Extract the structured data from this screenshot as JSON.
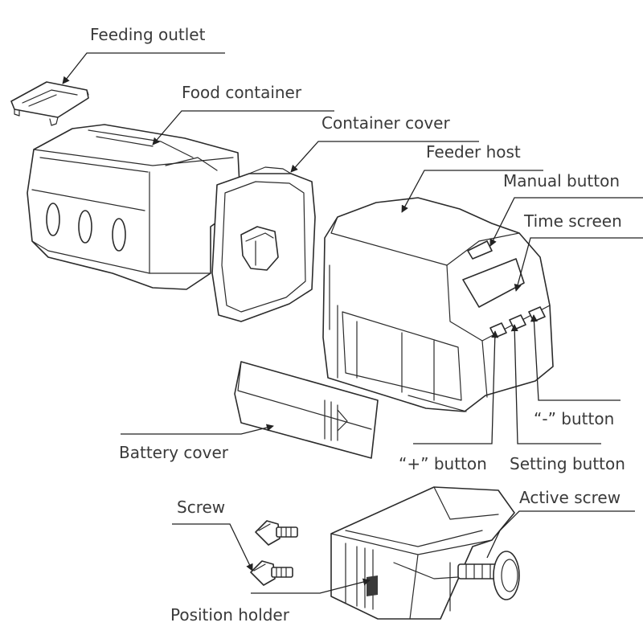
{
  "labels": {
    "feeding_outlet": "Feeding outlet",
    "food_container": "Food container",
    "container_cover": "Container cover",
    "feeder_host": "Feeder host",
    "manual_button": "Manual button",
    "time_screen": "Time screen",
    "minus_button": "“-” button",
    "plus_button": "“+” button",
    "setting_button": "Setting button",
    "battery_cover": "Battery cover",
    "screw": "Screw",
    "active_screw": "Active screw",
    "position_holder": "Position holder"
  },
  "colors": {
    "line": "#222222",
    "text": "#3a3a3a",
    "background": "#ffffff"
  }
}
